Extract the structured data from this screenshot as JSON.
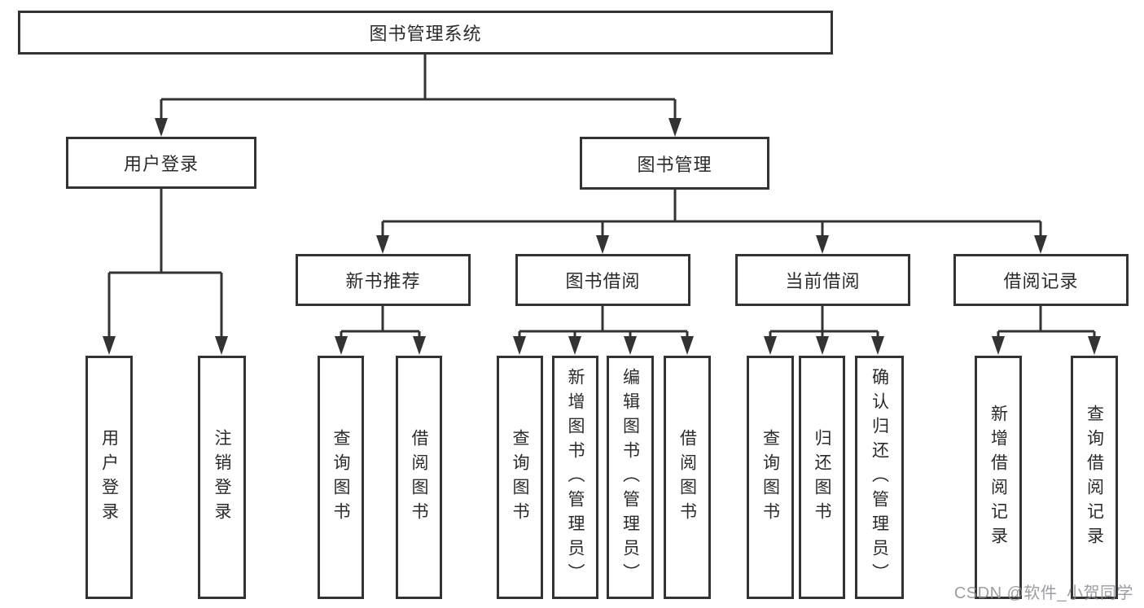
{
  "diagram": {
    "tree": {
      "label": "图书管理系统",
      "children": [
        {
          "label": "用户登录",
          "children": [
            {
              "label": "用户登录"
            },
            {
              "label": "注销登录"
            }
          ]
        },
        {
          "label": "图书管理",
          "children": [
            {
              "label": "新书推荐",
              "children": [
                {
                  "label": "查询图书"
                },
                {
                  "label": "借阅图书"
                }
              ]
            },
            {
              "label": "图书借阅",
              "children": [
                {
                  "label": "查询图书"
                },
                {
                  "label": "新增图书（管理员）"
                },
                {
                  "label": "编辑图书（管理员）"
                },
                {
                  "label": "借阅图书"
                }
              ]
            },
            {
              "label": "当前借阅",
              "children": [
                {
                  "label": "查询图书"
                },
                {
                  "label": "归还图书"
                },
                {
                  "label": "确认归还（管理员）"
                }
              ]
            },
            {
              "label": "借阅记录",
              "children": [
                {
                  "label": "新增借阅记录"
                },
                {
                  "label": "查询借阅记录"
                }
              ]
            }
          ]
        }
      ]
    },
    "colors": {
      "line": "#333333",
      "text": "#2b2b2b",
      "background": "#ffffff",
      "watermark": "#898c91"
    }
  },
  "watermark": {
    "text": "CSDN @软件_小贺同学"
  }
}
